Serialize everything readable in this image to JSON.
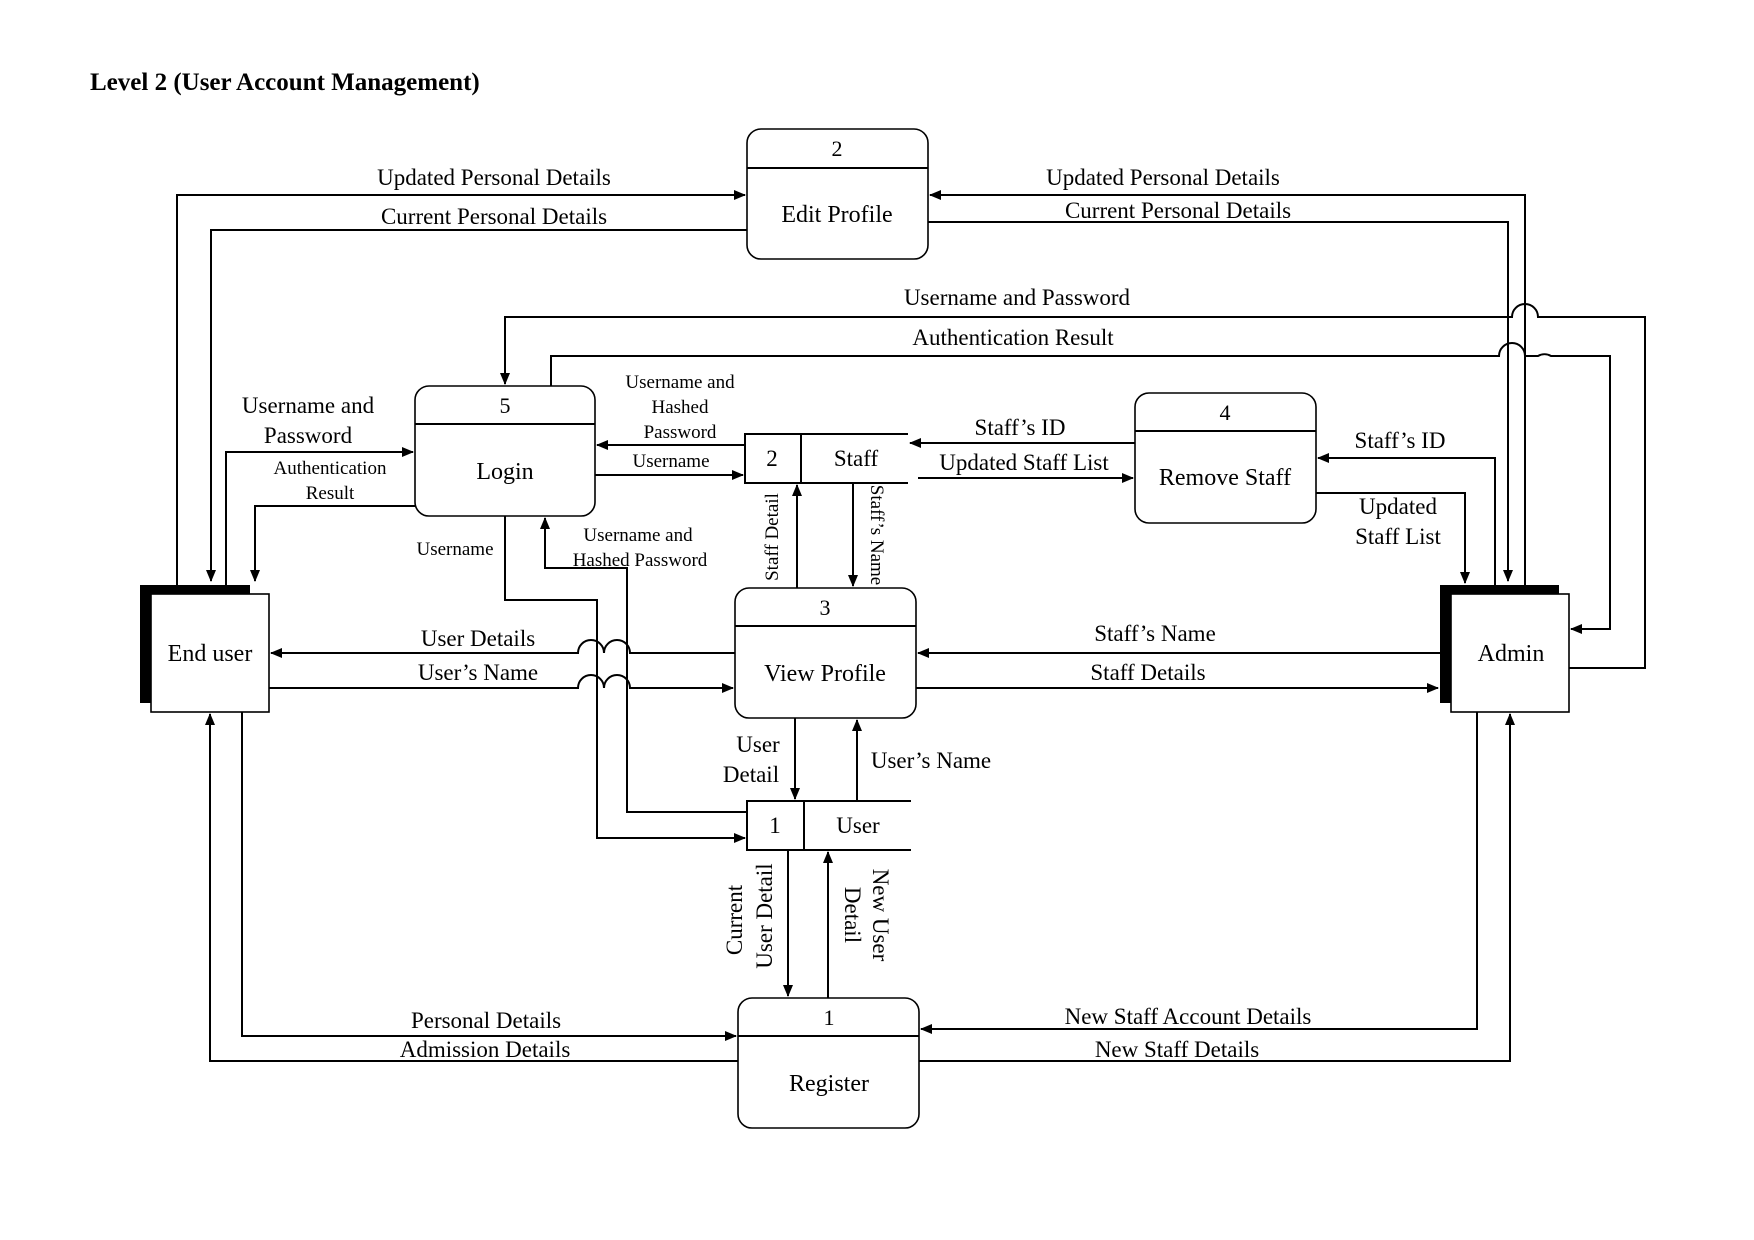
{
  "title": "Level 2 (User Account Management)",
  "processes": [
    {
      "id": "1",
      "name": "Register"
    },
    {
      "id": "2",
      "name": "Edit Profile"
    },
    {
      "id": "3",
      "name": "View Profile"
    },
    {
      "id": "4",
      "name": "Remove Staff"
    },
    {
      "id": "5",
      "name": "Login"
    }
  ],
  "entities": [
    "End user",
    "Admin"
  ],
  "stores": [
    {
      "id": "1",
      "name": "User"
    },
    {
      "id": "2",
      "name": "Staff"
    }
  ],
  "flows": {
    "edit_in_user": "Updated Personal Details",
    "edit_out_user": "Current Personal Details",
    "edit_in_admin": "Updated Personal Details",
    "edit_out_admin": "Current Personal Details",
    "admin_up": "Username and Password",
    "admin_auth": "Authentication Result",
    "user_up_1": "Username and",
    "user_up_2": "Password",
    "user_auth_1": "Authentication",
    "user_auth_2": "Result",
    "store_hash_1": "Username and",
    "store_hash_2": "Hashed",
    "store_hash_3": "Password",
    "login_username": "Username",
    "login_username_down": "Username",
    "user_store_hash_1": "Username and",
    "user_store_hash_2": "Hashed Password",
    "staff_detail": "Staff Detail",
    "staffs_name_store": "Staff’s Name",
    "staff_id_left": "Staff’s ID",
    "updated_staff_list_left": "Updated Staff List",
    "staff_id_right": "Staff’s ID",
    "updated_staff_list_1": "Updated",
    "updated_staff_list_2": "Staff List",
    "user_details": "User Details",
    "users_name_left": "User’s Name",
    "staffs_name_admin": "Staff’s Name",
    "staff_details_admin": "Staff Details",
    "user_detail_1": "User",
    "user_detail_2": "Detail",
    "users_name_up": "User’s Name",
    "current_user_detail_1": "Current",
    "current_user_detail_2": "User Detail",
    "new_user_detail_1": "New User",
    "new_user_detail_2": "Detail",
    "personal_details": "Personal Details",
    "admission_details": "Admission Details",
    "new_staff_account_details": "New Staff Account Details",
    "new_staff_details": "New Staff Details"
  }
}
